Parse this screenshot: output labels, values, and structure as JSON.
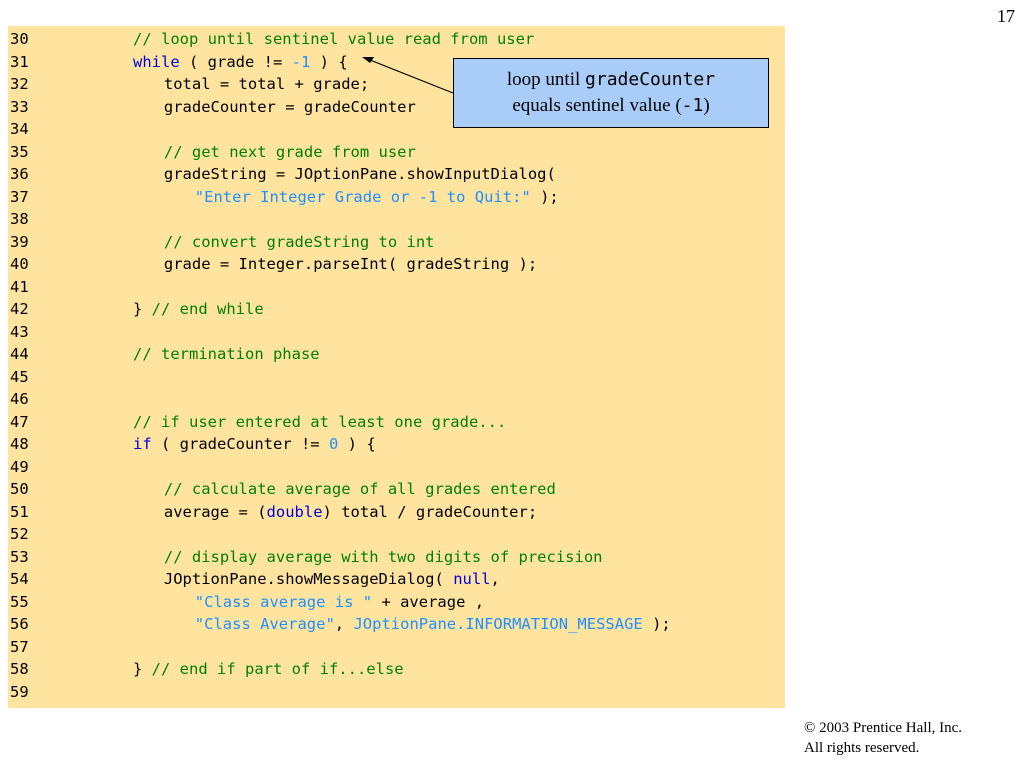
{
  "page_number": "17",
  "code_lines": [
    {
      "n": "30",
      "indent": "      ",
      "tokens": [
        {
          "t": "cm",
          "v": "// loop until sentinel value read from user"
        }
      ]
    },
    {
      "n": "31",
      "indent": "      ",
      "tokens": [
        {
          "t": "kw",
          "v": "while"
        },
        {
          "t": "plain",
          "v": " ( grade != "
        },
        {
          "t": "lit",
          "v": "-1"
        },
        {
          "t": "plain",
          "v": " ) {"
        }
      ]
    },
    {
      "n": "32",
      "indent": "         ",
      "tokens": [
        {
          "t": "plain",
          "v": "total = total + grade;"
        }
      ]
    },
    {
      "n": "33",
      "indent": "         ",
      "tokens": [
        {
          "t": "plain",
          "v": "gradeCounter = gradeCounter"
        }
      ]
    },
    {
      "n": "34",
      "indent": "",
      "tokens": []
    },
    {
      "n": "35",
      "indent": "         ",
      "tokens": [
        {
          "t": "cm",
          "v": "// get next grade from user"
        }
      ]
    },
    {
      "n": "36",
      "indent": "         ",
      "tokens": [
        {
          "t": "plain",
          "v": "gradeString = JOptionPane.showInputDialog("
        }
      ]
    },
    {
      "n": "37",
      "indent": "            ",
      "tokens": [
        {
          "t": "lit",
          "v": "\"Enter Integer Grade or -1 to Quit:\""
        },
        {
          "t": "plain",
          "v": " );"
        }
      ]
    },
    {
      "n": "38",
      "indent": "",
      "tokens": []
    },
    {
      "n": "39",
      "indent": "         ",
      "tokens": [
        {
          "t": "cm",
          "v": "// convert gradeString to int"
        }
      ]
    },
    {
      "n": "40",
      "indent": "         ",
      "tokens": [
        {
          "t": "plain",
          "v": "grade = Integer.parseInt( gradeString );"
        }
      ]
    },
    {
      "n": "41",
      "indent": "",
      "tokens": []
    },
    {
      "n": "42",
      "indent": "      ",
      "tokens": [
        {
          "t": "plain",
          "v": "} "
        },
        {
          "t": "cm",
          "v": "// end while"
        }
      ]
    },
    {
      "n": "43",
      "indent": "",
      "tokens": []
    },
    {
      "n": "44",
      "indent": "      ",
      "tokens": [
        {
          "t": "cm",
          "v": "// termination phase"
        }
      ]
    },
    {
      "n": "45",
      "indent": "",
      "tokens": []
    },
    {
      "n": "46",
      "indent": "",
      "tokens": []
    },
    {
      "n": "47",
      "indent": "      ",
      "tokens": [
        {
          "t": "cm",
          "v": "// if user entered at least one grade..."
        }
      ]
    },
    {
      "n": "48",
      "indent": "      ",
      "tokens": [
        {
          "t": "kw",
          "v": "if"
        },
        {
          "t": "plain",
          "v": " ( gradeCounter != "
        },
        {
          "t": "lit",
          "v": "0"
        },
        {
          "t": "plain",
          "v": " ) {"
        }
      ]
    },
    {
      "n": "49",
      "indent": "",
      "tokens": []
    },
    {
      "n": "50",
      "indent": "         ",
      "tokens": [
        {
          "t": "cm",
          "v": "// calculate average of all grades entered"
        }
      ]
    },
    {
      "n": "51",
      "indent": "         ",
      "tokens": [
        {
          "t": "plain",
          "v": "average = ("
        },
        {
          "t": "kw",
          "v": "double"
        },
        {
          "t": "plain",
          "v": ") total / gradeCounter;"
        }
      ]
    },
    {
      "n": "52",
      "indent": "",
      "tokens": []
    },
    {
      "n": "53",
      "indent": "         ",
      "tokens": [
        {
          "t": "cm",
          "v": "// display average with two digits of precision"
        }
      ]
    },
    {
      "n": "54",
      "indent": "         ",
      "tokens": [
        {
          "t": "plain",
          "v": "JOptionPane.showMessageDialog( "
        },
        {
          "t": "kw",
          "v": "null"
        },
        {
          "t": "plain",
          "v": ","
        }
      ]
    },
    {
      "n": "55",
      "indent": "            ",
      "tokens": [
        {
          "t": "lit",
          "v": "\"Class average is \""
        },
        {
          "t": "plain",
          "v": " + average ,"
        }
      ]
    },
    {
      "n": "56",
      "indent": "            ",
      "tokens": [
        {
          "t": "lit",
          "v": "\"Class Average\""
        },
        {
          "t": "plain",
          "v": ", "
        },
        {
          "t": "lit",
          "v": "JOptionPane.INFORMATION_MESSAGE"
        },
        {
          "t": "plain",
          "v": " );"
        }
      ]
    },
    {
      "n": "57",
      "indent": "",
      "tokens": []
    },
    {
      "n": "58",
      "indent": "      ",
      "tokens": [
        {
          "t": "plain",
          "v": "} "
        },
        {
          "t": "cm",
          "v": "// end if part of if...else"
        }
      ]
    },
    {
      "n": "59",
      "indent": "",
      "tokens": []
    }
  ],
  "callout": {
    "line1_prefix": "loop until ",
    "line1_code": "gradeCounter",
    "line2_prefix": "equals sentinel value (",
    "line2_code": "-1",
    "line2_suffix": ")"
  },
  "copyright": {
    "symbol": "©",
    "line1": " 2003 Prentice Hall, Inc.",
    "line2": "All rights reserved."
  },
  "colors": {
    "code_background": "#FFE4A0",
    "comment": "#008000",
    "keyword": "#0000DD",
    "literal": "#1E90FF",
    "callout_background": "#A9CCF8"
  }
}
